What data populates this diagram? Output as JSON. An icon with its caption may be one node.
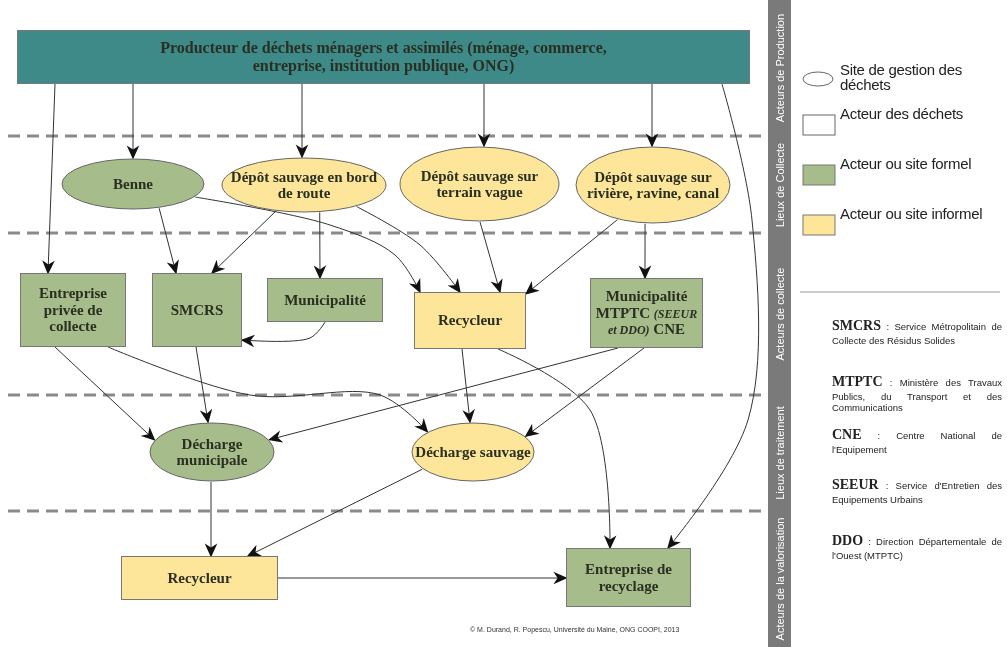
{
  "diagram": {
    "nodes": [
      {
        "text": [
          "Producteur de déchets ménagers et assimilés (ménage, commerce, entreprise, institution publique, ONG)"
        ]
      },
      {
        "text": [
          "Benne"
        ]
      },
      {
        "text": [
          "Dépôt sauvage en bord de route"
        ]
      },
      {
        "text": [
          "Dépôt sauvage sur terrain vague"
        ]
      },
      {
        "text": [
          "Dépôt sauvage sur rivière, ravine, canal"
        ]
      },
      {
        "text": [
          "Entreprise privée de collecte"
        ]
      },
      {
        "text": [
          "SMCRS"
        ]
      },
      {
        "text": [
          "Municipalité"
        ]
      },
      {
        "text": [
          "Recycleur"
        ]
      },
      {
        "text": [
          "Municipalité MTPTC *(SEEUR et DDO)* CNE"
        ]
      },
      {
        "text": [
          "Décharge municipale"
        ]
      },
      {
        "text": [
          "Décharge sauvage"
        ]
      },
      {
        "text": [
          "Recycleur"
        ]
      },
      {
        "text": [
          "Entreprise de recyclage"
        ]
      }
    ],
    "edges": [
      {
        "from": 0,
        "to": 5,
        "arrow": "to"
      },
      {
        "from": 0,
        "to": 1,
        "arrow": "to"
      },
      {
        "from": 0,
        "to": 2,
        "arrow": "to"
      },
      {
        "from": 0,
        "to": 3,
        "arrow": "to"
      },
      {
        "from": 0,
        "to": 4,
        "arrow": "to"
      },
      {
        "from": 0,
        "to": 13,
        "arrow": "to"
      },
      {
        "from": 1,
        "to": 6,
        "arrow": "to"
      },
      {
        "from": 1,
        "to": 8,
        "arrow": "to"
      },
      {
        "from": 2,
        "to": 6,
        "arrow": "to"
      },
      {
        "from": 2,
        "to": 7,
        "arrow": "to"
      },
      {
        "from": 2,
        "to": 8,
        "arrow": "to"
      },
      {
        "from": 3,
        "to": 8,
        "arrow": "to"
      },
      {
        "from": 4,
        "to": 8,
        "arrow": "to"
      },
      {
        "from": 4,
        "to": 9,
        "arrow": "to"
      },
      {
        "from": 7,
        "to": 6,
        "arrow": "to"
      },
      {
        "from": 5,
        "to": 10,
        "arrow": "to"
      },
      {
        "from": 5,
        "to": 11,
        "arrow": "to"
      },
      {
        "from": 6,
        "to": 10,
        "arrow": "to"
      },
      {
        "from": 8,
        "to": 11,
        "arrow": "to"
      },
      {
        "from": 8,
        "to": 13,
        "arrow": "to"
      },
      {
        "from": 9,
        "to": 10,
        "arrow": "to"
      },
      {
        "from": 9,
        "to": 11,
        "arrow": "to"
      },
      {
        "from": 10,
        "to": 12,
        "arrow": "to"
      },
      {
        "from": 11,
        "to": 12,
        "arrow": "to"
      },
      {
        "from": 12,
        "to": 13,
        "arrow": "to"
      }
    ],
    "labels": [
      "Acteurs de Production",
      "Lieux de Collecte",
      "Acteurs de collecte",
      "Lieux de traitement",
      "Acteurs de la valorisation",
      "**SMCRS** : Service Métropolitain de Collecte des Résidus Solides",
      "**MTPTC** : Ministère des Travaux Publics, du Transport et des Communications",
      "**CNE** : Centre National de l'Equipement",
      "**SEEUR** : Service d'Entretien des Equipements Urbains",
      "**DDO** : Direction Départementale de l'Ouest (MTPTC)",
      "© M. Durand, R. Popescu, Université du Maine, ONG COOPI, 2013"
    ],
    "legend": [
      {
        "text": "Site de gestion des déchets"
      },
      {
        "text": "Acteur des déchets"
      },
      {
        "text": "Acteur ou site formel",
        "color": "#a6bd8b"
      },
      {
        "text": "Acteur ou site informel",
        "color": "#fde69a"
      }
    ]
  }
}
